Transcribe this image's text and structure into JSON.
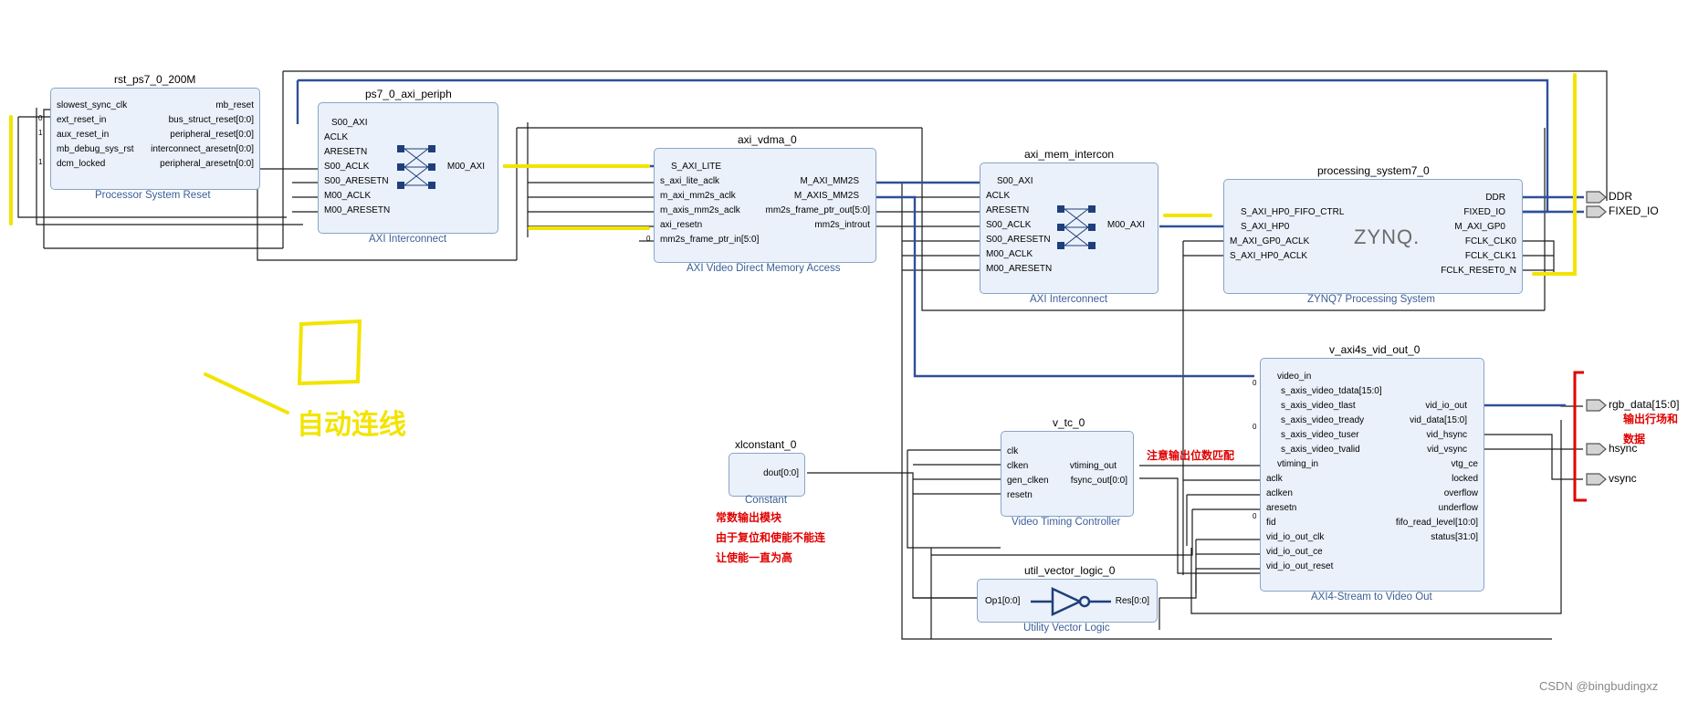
{
  "blocks": {
    "rst": {
      "title": "rst_ps7_0_200M",
      "subtitle": "Processor System Reset",
      "left_pins": [
        "slowest_sync_clk",
        "ext_reset_in",
        "aux_reset_in",
        "mb_debug_sys_rst",
        "dcm_locked"
      ],
      "right_pins": [
        "mb_reset",
        "bus_struct_reset[0:0]",
        "peripheral_reset[0:0]",
        "interconnect_aresetn[0:0]",
        "peripheral_aresetn[0:0]"
      ]
    },
    "periph": {
      "title": "ps7_0_axi_periph",
      "subtitle": "AXI Interconnect",
      "left_pins": [
        "S00_AXI",
        "ACLK",
        "ARESETN",
        "S00_ACLK",
        "S00_ARESETN",
        "M00_ACLK",
        "M00_ARESETN"
      ],
      "right_pins": [
        "M00_AXI"
      ]
    },
    "vdma": {
      "title": "axi_vdma_0",
      "subtitle": "AXI Video Direct Memory Access",
      "left_pins": [
        "S_AXI_LITE",
        "s_axi_lite_aclk",
        "m_axi_mm2s_aclk",
        "m_axis_mm2s_aclk",
        "axi_resetn",
        "mm2s_frame_ptr_in[5:0]"
      ],
      "right_pins": [
        "M_AXI_MM2S",
        "M_AXIS_MM2S",
        "mm2s_frame_ptr_out[5:0]",
        "mm2s_introut"
      ]
    },
    "mem": {
      "title": "axi_mem_intercon",
      "subtitle": "AXI Interconnect",
      "left_pins": [
        "S00_AXI",
        "ACLK",
        "ARESETN",
        "S00_ACLK",
        "S00_ARESETN",
        "M00_ACLK",
        "M00_ARESETN"
      ],
      "right_pins": [
        "M00_AXI"
      ]
    },
    "ps7": {
      "title": "processing_system7_0",
      "subtitle": "ZYNQ7 Processing System",
      "logo": "ZYNQ.",
      "left_pins": [
        "S_AXI_HP0_FIFO_CTRL",
        "S_AXI_HP0",
        "M_AXI_GP0_ACLK",
        "S_AXI_HP0_ACLK"
      ],
      "right_pins": [
        "DDR",
        "FIXED_IO",
        "M_AXI_GP0",
        "FCLK_CLK0",
        "FCLK_CLK1",
        "FCLK_RESET0_N"
      ]
    },
    "vout": {
      "title": "v_axi4s_vid_out_0",
      "subtitle": "AXI4-Stream to Video Out",
      "left_pins": [
        "video_in",
        "s_axis_video_tdata[15:0]",
        "s_axis_video_tlast",
        "s_axis_video_tready",
        "s_axis_video_tuser",
        "s_axis_video_tvalid",
        "vtiming_in",
        "aclk",
        "aclken",
        "aresetn",
        "fid",
        "vid_io_out_clk",
        "vid_io_out_ce",
        "vid_io_out_reset"
      ],
      "right_pins": [
        "vid_io_out",
        "vid_data[15:0]",
        "vid_hsync",
        "vid_vsync",
        "vtg_ce",
        "locked",
        "overflow",
        "underflow",
        "fifo_read_level[10:0]",
        "status[31:0]"
      ]
    },
    "vtc": {
      "title": "v_tc_0",
      "subtitle": "Video Timing Controller",
      "left_pins": [
        "clk",
        "clken",
        "gen_clken",
        "resetn"
      ],
      "right_pins": [
        "vtiming_out",
        "fsync_out[0:0]"
      ]
    },
    "const": {
      "title": "xlconstant_0",
      "subtitle": "Constant",
      "right_pins": [
        "dout[0:0]"
      ]
    },
    "uvl": {
      "title": "util_vector_logic_0",
      "subtitle": "Utility Vector Logic",
      "left_pins": [
        "Op1[0:0]"
      ],
      "right_pins": [
        "Res[0:0]"
      ]
    }
  },
  "const_pin_labels": [
    "0",
    "1",
    "0",
    "1",
    "0",
    "0",
    "0"
  ],
  "external_ports": [
    "DDR",
    "FIXED_IO",
    "rgb_data[15:0]",
    "hsync",
    "vsync"
  ],
  "annotations": {
    "auto_connect": "自动连线",
    "constant_note_1": "常数输出模块",
    "constant_note_2": "由于复位和使能不能连",
    "constant_note_3": "让使能一直为高",
    "bit_width_note": "注意输出位数匹配",
    "output_note_1": "输出行场和",
    "output_note_2": "数据"
  },
  "watermark": "CSDN @bingbudingxz",
  "colors": {
    "block_fill": "#eaf1fa",
    "block_border": "#8aa4c6",
    "wire": "#1a1a1a",
    "bus": "#2f4f9a",
    "highlight": "#f2e400",
    "annotation": "#e00000",
    "subtitle": "#3a5e98"
  }
}
